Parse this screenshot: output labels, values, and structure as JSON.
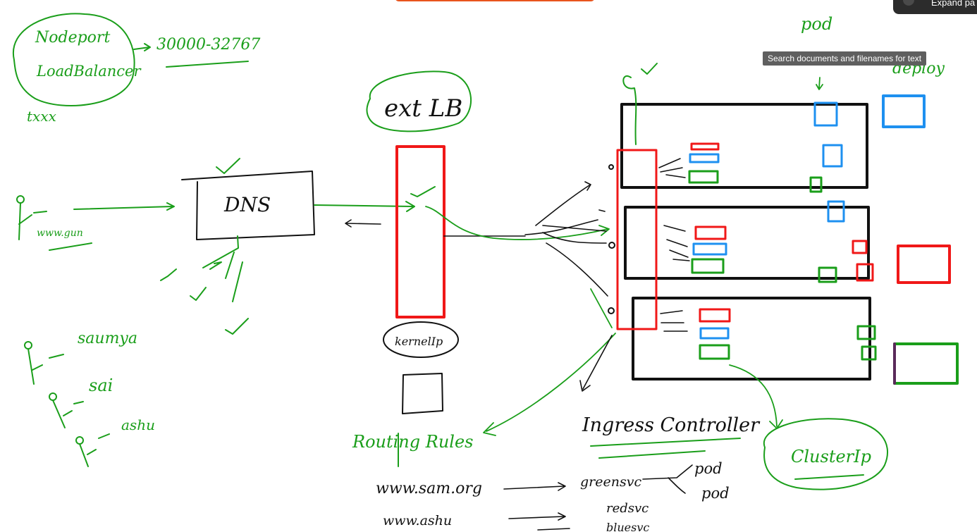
{
  "tooltip": "Search documents and filenames for text",
  "expand_button": "Expand pa",
  "colors": {
    "green": "#1a9e1a",
    "red": "#f01818",
    "blue": "#1e90f0",
    "black": "#111111",
    "accent": "#e8541d"
  },
  "labels": {
    "nodeport": "Nodeport",
    "loadbalancer": "LoadBalancer",
    "port_range": "30000-32767",
    "txxx": "txxx",
    "dns": "DNS",
    "url": "www.gun",
    "extlb": "ext LB",
    "kernelip": "kernelIp",
    "pod": "pod",
    "deploy": "deploy",
    "saumya": "saumya",
    "sai": "sai",
    "ashu": "ashu",
    "routing_rules": "Routing Rules",
    "ingress_controller": "Ingress Controller",
    "clusterip": "ClusterIp",
    "www_sam": "www.sam.org",
    "greensvc": "greensvc",
    "pod1": "pod",
    "pod2": "pod",
    "www_ashu": "www.ashu",
    "redsvc": "redsvc",
    "bluesvc": "bluesvc"
  }
}
